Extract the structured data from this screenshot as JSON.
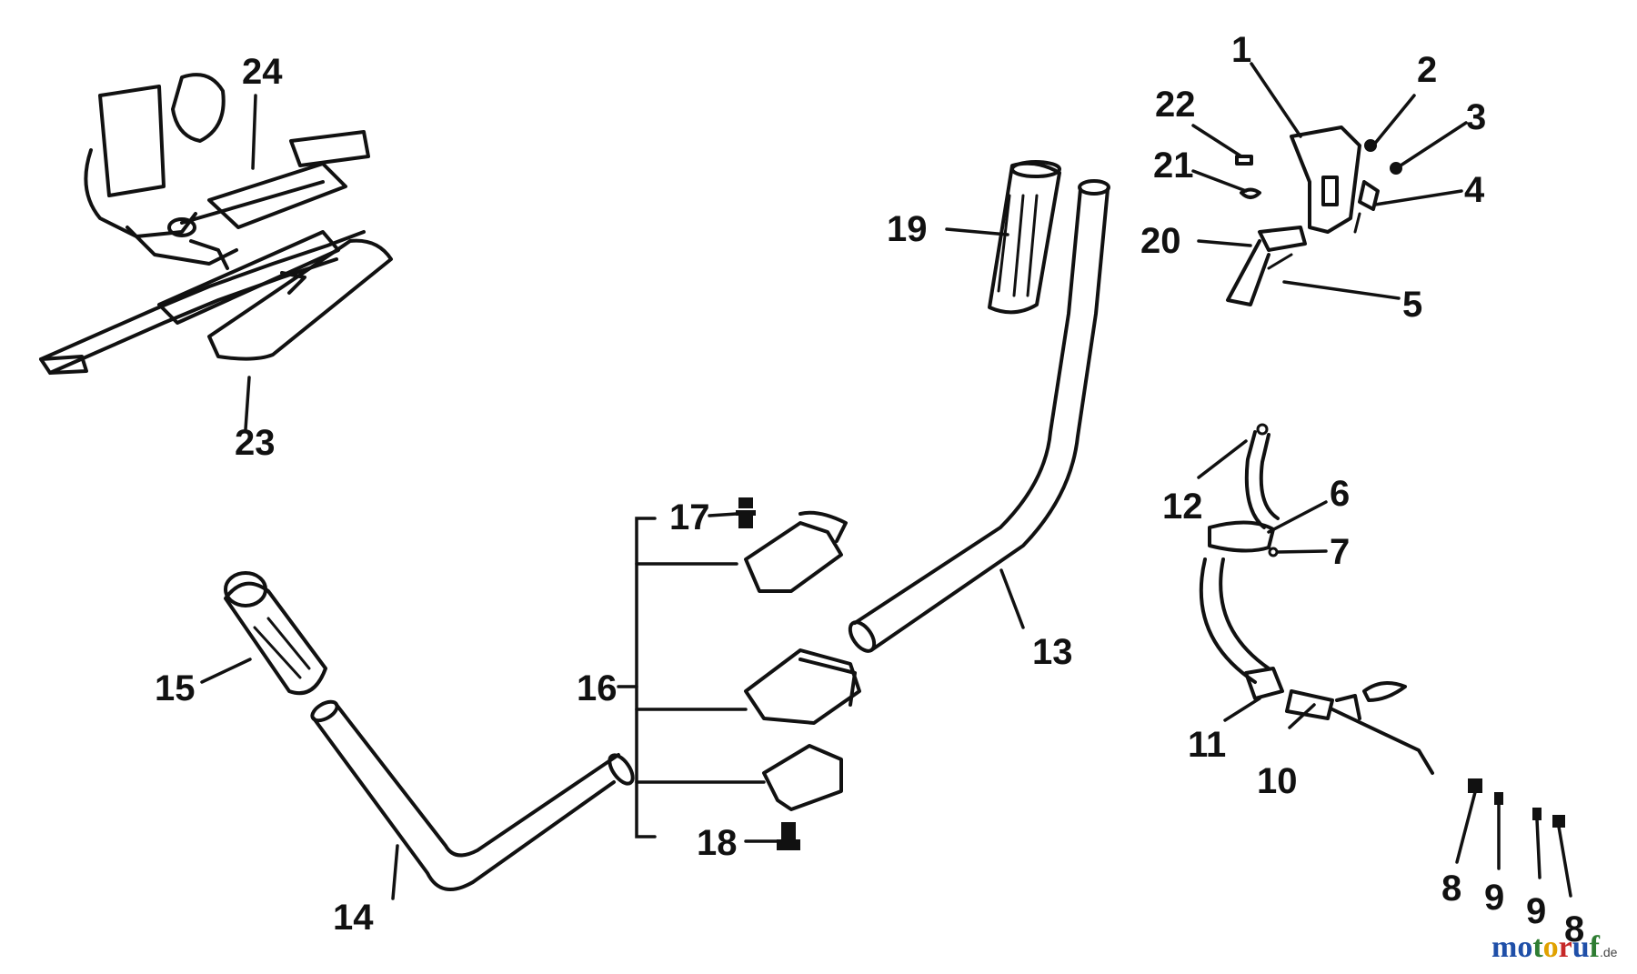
{
  "labels": {
    "p1": "1",
    "p2": "2",
    "p3": "3",
    "p4": "4",
    "p5": "5",
    "p6": "6",
    "p7": "7",
    "p8a": "8",
    "p8b": "8",
    "p9a": "9",
    "p9b": "9",
    "p10": "10",
    "p11": "11",
    "p12": "12",
    "p13": "13",
    "p14": "14",
    "p15": "15",
    "p16": "16",
    "p17": "17",
    "p18": "18",
    "p19": "19",
    "p20": "20",
    "p21": "21",
    "p22": "22",
    "p23": "23",
    "p24": "24"
  },
  "watermark": {
    "letters": [
      "m",
      "o",
      "t",
      "o",
      "r",
      "u",
      "f"
    ],
    "suffix": ".de"
  },
  "colors": {
    "ink": "#111111",
    "watermark": [
      "#1f4fa8",
      "#1f4fa8",
      "#2e7d32",
      "#e0a100",
      "#c62828",
      "#1f4fa8",
      "#2e7d32"
    ]
  }
}
